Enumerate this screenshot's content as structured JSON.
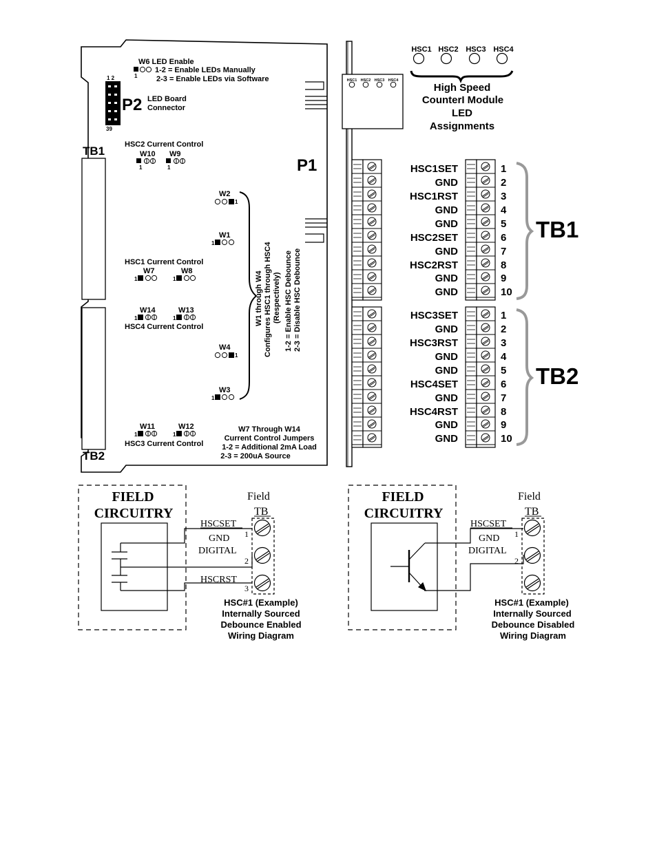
{
  "board": {
    "w6_title": "W6 LED Enable",
    "w6_line1": "1-2 = Enable LEDs Manually",
    "w6_line2": "2-3 = Enable LEDs via Software",
    "w6_pin": "1",
    "p2_pins_top": "1 2",
    "p2_pin_bottom": "39",
    "p2_label": "P2",
    "p2_desc1": "LED Board",
    "p2_desc2": "Connector",
    "tb1_label": "TB1",
    "tb2_label": "TB2",
    "p1_label": "P1",
    "hsc2_current": "HSC2 Current Control",
    "hsc1_current": "HSC1 Current Control",
    "hsc4_current": "HSC4 Current Control",
    "hsc3_current": "HSC3 Current Control",
    "pin_one": "1",
    "jumpers": {
      "w1": "W1",
      "w2": "W2",
      "w3": "W3",
      "w4": "W4",
      "w7": "W7",
      "w8": "W8",
      "w9": "W9",
      "w10": "W10",
      "w11": "W11",
      "w12": "W12",
      "w13": "W13",
      "w14": "W14"
    },
    "debounce_note": [
      "W1 through W4",
      "Configures HSC1 through HSC4",
      "(Respectively)",
      "1-2 = Enable HSC Debounce",
      "2-3 = Disable HSC Debounce"
    ],
    "current_note": [
      "W7 Through W14",
      "Current Control Jumpers",
      "1-2 = Additional 2mA Load",
      "2-3 = 200uA Source"
    ]
  },
  "module": {
    "leds": [
      "HSC1",
      "HSC2",
      "HSC3",
      "HSC4"
    ],
    "small_leds": [
      "HSC1",
      "HSC2",
      "HSC3",
      "HSC4"
    ],
    "title": [
      "High Speed",
      "CounterI Module",
      "LED",
      "Assignments"
    ],
    "tb1": {
      "label": "TB1",
      "signals": [
        "HSC1SET",
        "GND",
        "HSC1RST",
        "GND",
        "GND",
        "HSC2SET",
        "GND",
        "HSC2RST",
        "GND",
        "GND"
      ],
      "numbers": [
        "1",
        "2",
        "3",
        "4",
        "5",
        "6",
        "7",
        "8",
        "9",
        "10"
      ]
    },
    "tb2": {
      "label": "TB2",
      "signals": [
        "HSC3SET",
        "GND",
        "HSC3RST",
        "GND",
        "GND",
        "HSC4SET",
        "GND",
        "HSC4RST",
        "GND",
        "GND"
      ],
      "numbers": [
        "1",
        "2",
        "3",
        "4",
        "5",
        "6",
        "7",
        "8",
        "9",
        "10"
      ]
    }
  },
  "wiring_left": {
    "box_title1": "FIELD",
    "box_title2": "CIRCUITRY",
    "field": "Field",
    "tb": "TB",
    "wire1": "HSCSET",
    "wire2a": "GND",
    "wire2b": "DIGITAL",
    "wire3": "HSCRST",
    "pins": [
      "1",
      "2",
      "3"
    ],
    "caption": [
      "HSC#1 (Example)",
      "Internally Sourced",
      "Debounce Enabled",
      "Wiring Diagram"
    ]
  },
  "wiring_right": {
    "box_title1": "FIELD",
    "box_title2": "CIRCUITRY",
    "field": "Field",
    "tb": "TB",
    "wire1": "HSCSET",
    "wire2a": "GND",
    "wire2b": "DIGITAL",
    "pins": [
      "1",
      "2"
    ],
    "caption": [
      "HSC#1 (Example)",
      "Internally Sourced",
      "Debounce Disabled",
      "Wiring Diagram"
    ]
  }
}
